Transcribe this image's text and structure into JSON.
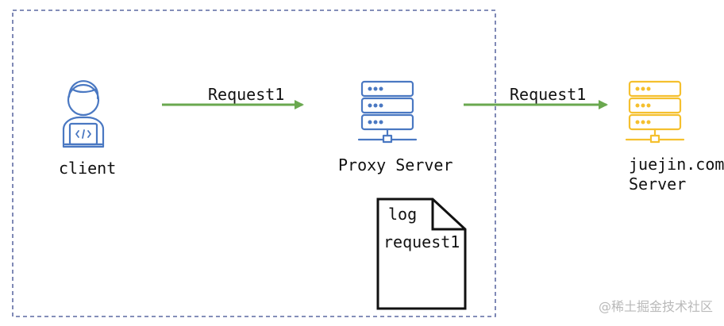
{
  "nodes": {
    "client": {
      "label": "client"
    },
    "proxy": {
      "label": "Proxy Server"
    },
    "target": {
      "label_line1": "juejin.com",
      "label_line2": "Server"
    }
  },
  "edges": [
    {
      "from": "client",
      "to": "proxy",
      "label": "Request1"
    },
    {
      "from": "proxy",
      "to": "target",
      "label": "Request1"
    }
  ],
  "log_document": {
    "title": "log",
    "entry": "request1"
  },
  "watermark": "@稀土掘金技术社区",
  "colors": {
    "arrow": "#6aa84f",
    "client_icon": "#4a78c2",
    "proxy_icon": "#4a78c2",
    "target_icon": "#f5c02e",
    "boundary": "#3b4a8f"
  },
  "icons": {
    "client": "developer-icon",
    "proxy": "server-icon",
    "target": "server-icon"
  }
}
